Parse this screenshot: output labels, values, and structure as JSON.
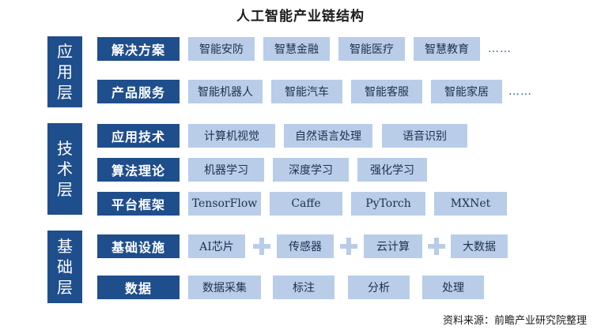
{
  "title": "人工智能产业链结构",
  "layers": [
    {
      "label": [
        "应",
        "用",
        "层"
      ]
    },
    {
      "label": [
        "技",
        "术",
        "层"
      ]
    },
    {
      "label": [
        "基",
        "础",
        "层"
      ]
    }
  ],
  "rows": [
    {
      "category": "解决方案",
      "items": [
        "智能安防",
        "智慧金融",
        "智能医疗",
        "智慧教育"
      ],
      "more": "……"
    },
    {
      "category": "产品服务",
      "items": [
        "智能机器人",
        "智能汽车",
        "智能客服",
        "智能家居"
      ],
      "more": "……"
    },
    {
      "category": "应用技术",
      "items": [
        "计算机视觉",
        "自然语言处理",
        "语音识别"
      ]
    },
    {
      "category": "算法理论",
      "items": [
        "机器学习",
        "深度学习",
        "强化学习"
      ]
    },
    {
      "category": "平台框架",
      "items": [
        "TensorFlow",
        "Caffe",
        "PyTorch",
        "MXNet"
      ]
    },
    {
      "category": "基础设施",
      "items": [
        "AI芯片",
        "传感器",
        "云计算",
        "大数据"
      ]
    },
    {
      "category": "数据",
      "items": [
        "数据采集",
        "标注",
        "分析",
        "处理"
      ]
    }
  ],
  "source": "资料来源：前瞻产业研究院整理",
  "colors": {
    "dark_blue": "#1f4e8c",
    "light_blue": "#b9cde8"
  }
}
